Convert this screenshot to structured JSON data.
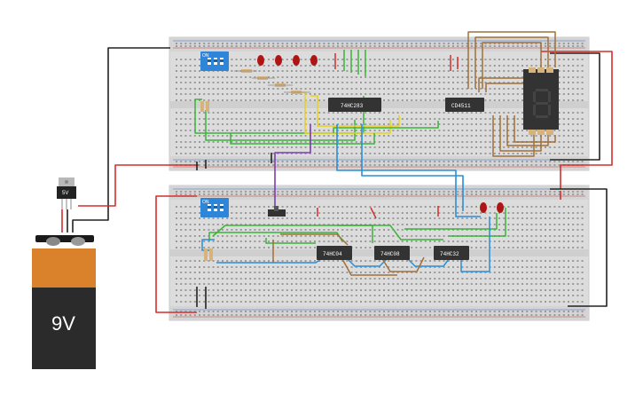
{
  "components": {
    "battery": {
      "label": "9V"
    },
    "regulator": {
      "label": "5V"
    },
    "dip_switches": [
      {
        "label": "ON",
        "pins": [
          "1",
          "2",
          "3",
          "4"
        ]
      },
      {
        "label": "ON",
        "pins": [
          "1",
          "2",
          "3",
          "4"
        ]
      }
    ],
    "chips_top": [
      {
        "label": "74HC283"
      },
      {
        "label": "CD4511"
      }
    ],
    "chips_bottom": [
      {
        "label": "74HC04"
      },
      {
        "label": "74HC08"
      },
      {
        "label": "74HC32"
      }
    ],
    "seven_segment": {
      "digit": "8"
    }
  },
  "colors": {
    "breadboard": "#dcdcdc",
    "wire_red": "#d62d2d",
    "wire_black": "#222222",
    "wire_green": "#3bb33b",
    "wire_yellow": "#e8d21d",
    "wire_blue": "#2a8fd6",
    "wire_brown": "#a0703a",
    "wire_purple": "#7a3fb0",
    "led_red": "#b01515",
    "chip": "#333333",
    "dip": "#2f86d8",
    "battery_top": "#d9822b",
    "battery_body": "#2b2b2b"
  }
}
